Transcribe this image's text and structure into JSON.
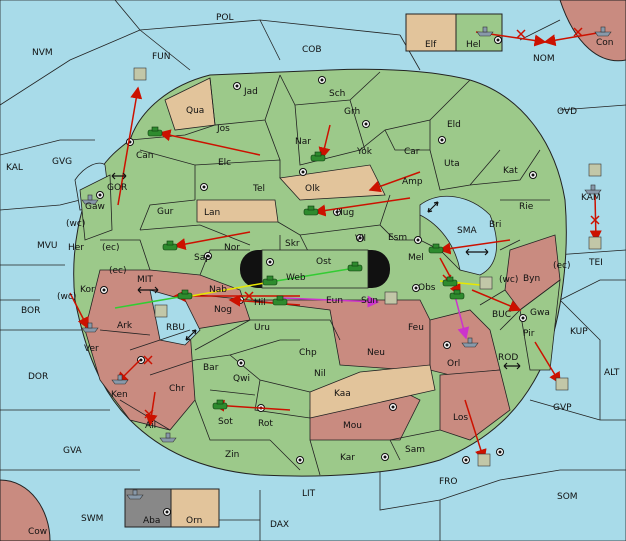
{
  "colors": {
    "sea": "#a8dbe9",
    "land": "#9cc98a",
    "owned_red": "#c98b80",
    "neutral": "#e2c49b",
    "grey": "#888888",
    "move": "#cc1100",
    "hold_support": "#e8e800",
    "convoy": "#cc33cc",
    "green_support": "#33cc33"
  },
  "seas": {
    "pol": "POL",
    "nvm": "NVM",
    "fun": "FUN",
    "cob": "COB",
    "nom": "NOM",
    "ovd": "OVD",
    "kal": "KAL",
    "gvg": "GVG",
    "gor": "GOR",
    "mvu": "MVU",
    "kam": "KAM",
    "tei": "TEI",
    "sma": "SMA",
    "mit": "MIT",
    "bor": "BOR",
    "rbu": "RBU",
    "buc": "BUC",
    "kup": "KUP",
    "rod": "ROD",
    "alt": "ALT",
    "dor": "DOR",
    "gvp": "GVP",
    "gva": "GVA",
    "fro": "FRO",
    "som": "SOM",
    "lit": "LIT",
    "swm": "SWM",
    "dax": "DAX"
  },
  "provinces": {
    "jad": "Jad",
    "sch": "Sch",
    "qua": "Qua",
    "jos": "Jos",
    "grh": "Grh",
    "eld": "Eld",
    "can": "Can",
    "elc": "Elc",
    "nar": "Nar",
    "yok": "Yok",
    "car": "Car",
    "uta": "Uta",
    "kat": "Kat",
    "gaw": "Gaw",
    "tel": "Tel",
    "olk": "Olk",
    "amp": "Amp",
    "rie": "Rie",
    "gur": "Gur",
    "lan": "Lan",
    "hug": "Hug",
    "bri": "Bri",
    "her": "Her",
    "sap": "Sap",
    "nor": "Nor",
    "skr": "Skr",
    "vil": "Vil",
    "esm": "Esm",
    "mel": "Mel",
    "ost": "Ost",
    "web": "Web",
    "byn": "Byn",
    "kor": "Kor",
    "nab": "Nab",
    "hil": "Hil",
    "eun": "Eun",
    "sun": "Sun",
    "obs": "Obs",
    "gwa": "Gwa",
    "ark": "Ark",
    "nog": "Nog",
    "uru": "Uru",
    "feu": "Feu",
    "pir": "Pir",
    "ver": "Ver",
    "chp": "Chp",
    "neu": "Neu",
    "orl": "Orl",
    "bar": "Bar",
    "qwi": "Qwi",
    "ken": "Ken",
    "chr": "Chr",
    "nil": "Nil",
    "kaa": "Kaa",
    "sot": "Sot",
    "rot": "Rot",
    "los": "Los",
    "ail": "Ail",
    "mou": "Mou",
    "zin": "Zin",
    "kar": "Kar",
    "sam": "Sam",
    "elf": "Elf",
    "hel": "Hel",
    "con": "Con",
    "aba": "Aba",
    "orn": "Orn",
    "cow": "Cow"
  },
  "coast_tags": {
    "wc1": "(wc)",
    "ec1": "(ec)",
    "ec2": "(ec)",
    "wc2": "(wc)",
    "wc3": "(wc)",
    "ec3": "(ec)"
  }
}
